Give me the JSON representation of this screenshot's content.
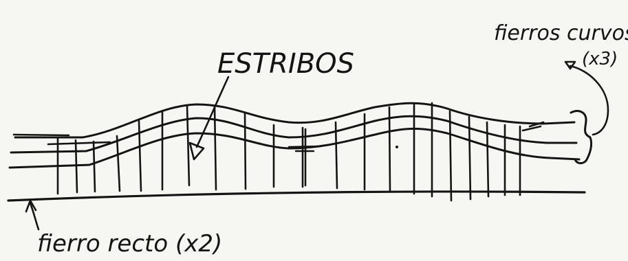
{
  "labels": {
    "stirrups": "ESTRIBOS",
    "curved_bars_line1": "fierros curvos",
    "curved_bars_line2": "(x3)",
    "straight_bar": "fierro recto (x2)"
  },
  "colors": {
    "paper": "#f6f6f3",
    "ink": "#141414"
  }
}
